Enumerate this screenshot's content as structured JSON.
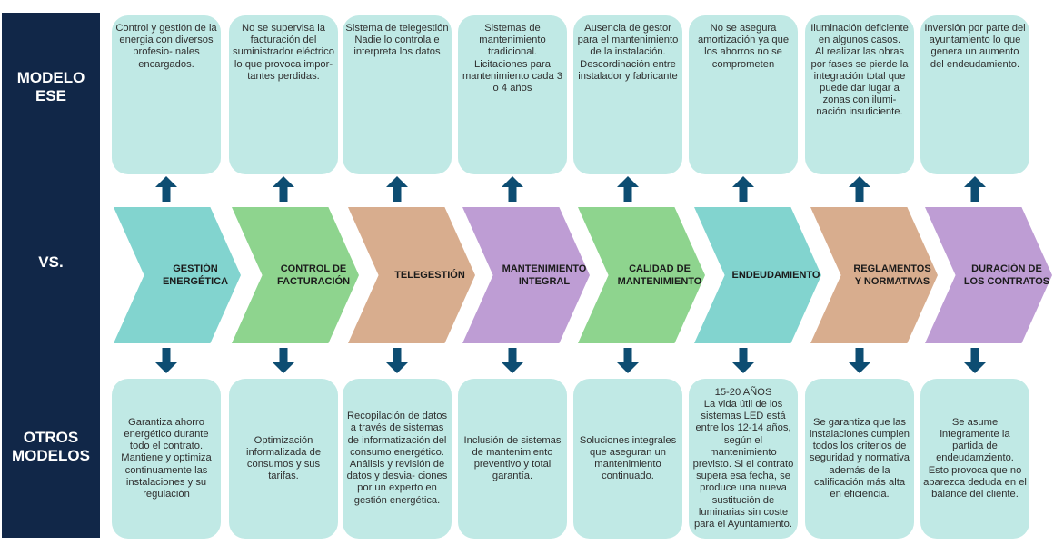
{
  "side_labels": {
    "top": "MODELO\nESE",
    "middle": "VS.",
    "bottom": "OTROS\nMODELOS"
  },
  "colors": {
    "sidebar": "#112748",
    "box": "#c0e9e5",
    "arrow": "#0d4d72",
    "teal": "#82d4cf",
    "green": "#8ed48e",
    "tan": "#d8ad8e",
    "purple": "#be9dd4"
  },
  "columns": [
    {
      "title": "GESTIÓN\nENERGÉTICA",
      "color": "teal",
      "top_text": "Control y gestión de la energia con diversos profesio- nales encargados.",
      "bottom_text": "Garantiza ahorro energético durante todo el contrato.\nMantiene y optimiza continuamente las instalaciones y su regulación"
    },
    {
      "title": "CONTROL DE\nFACTURACIÓN",
      "color": "green",
      "top_text": "No se supervisa la facturación del suministrador eléctrico lo que provoca impor- tantes perdidas.",
      "bottom_text": "Optimización informalizada de consumos y sus tarifas."
    },
    {
      "title": "TELEGESTIÓN",
      "color": "tan",
      "top_text": "Sistema de telegestión Nadie lo controla e interpreta los datos",
      "bottom_text": "Recopilación de datos a través de sistemas de informatización del consumo energético.\nAnálisis y revisión de datos y desvia- ciones por un experto en gestión energética."
    },
    {
      "title": "MANTENIMIENTO\nINTEGRAL",
      "color": "purple",
      "top_text": "Sistemas de mantenimiento tradicional.\nLicitaciones para mantenimiento cada 3 o 4 años",
      "bottom_text": "Inclusión de sistemas de mantenimiento preventivo y total garantía."
    },
    {
      "title": "CALIDAD DE\nMANTENIMIENTO",
      "color": "green",
      "top_text": "Ausencia de gestor para el mantenimiento de la instalación.\nDescordinación entre instalador y fabricante",
      "bottom_text": "Soluciones integrales que aseguran un mantenimiento continuado."
    },
    {
      "title": "ENDEUDAMIENTO",
      "color": "teal",
      "top_text": "No se asegura amortización ya que los ahorros no se comprometen",
      "bottom_text": "15-20 AÑOS\nLa vida útil de los sistemas LED está entre los 12-14 años, según el mantenimiento previsto. Si el contrato supera esa fecha, se produce una nueva sustitución de luminarias sin coste para el Ayuntamiento."
    },
    {
      "title": "REGLAMENTOS\nY NORMATIVAS",
      "color": "tan",
      "top_text": "Iluminación deficiente en algunos casos.\nAl realizar las obras por fases se pierde la integración total que puede dar lugar a zonas con ilumi- nación insuficiente.",
      "bottom_text": "Se garantiza que las instalaciones cumplen todos los criterios de seguridad y normativa además de la calificación más alta en eficiencia."
    },
    {
      "title": "DURACIÓN DE\nLOS CONTRATOS",
      "color": "purple",
      "top_text": "Inversión por parte del ayuntamiento lo que genera un aumento del endeudamiento.",
      "bottom_text": "Se asume integramente la partida de endeudamziento.\nEsto provoca que no aparezca deduda en el balance del cliente."
    }
  ]
}
